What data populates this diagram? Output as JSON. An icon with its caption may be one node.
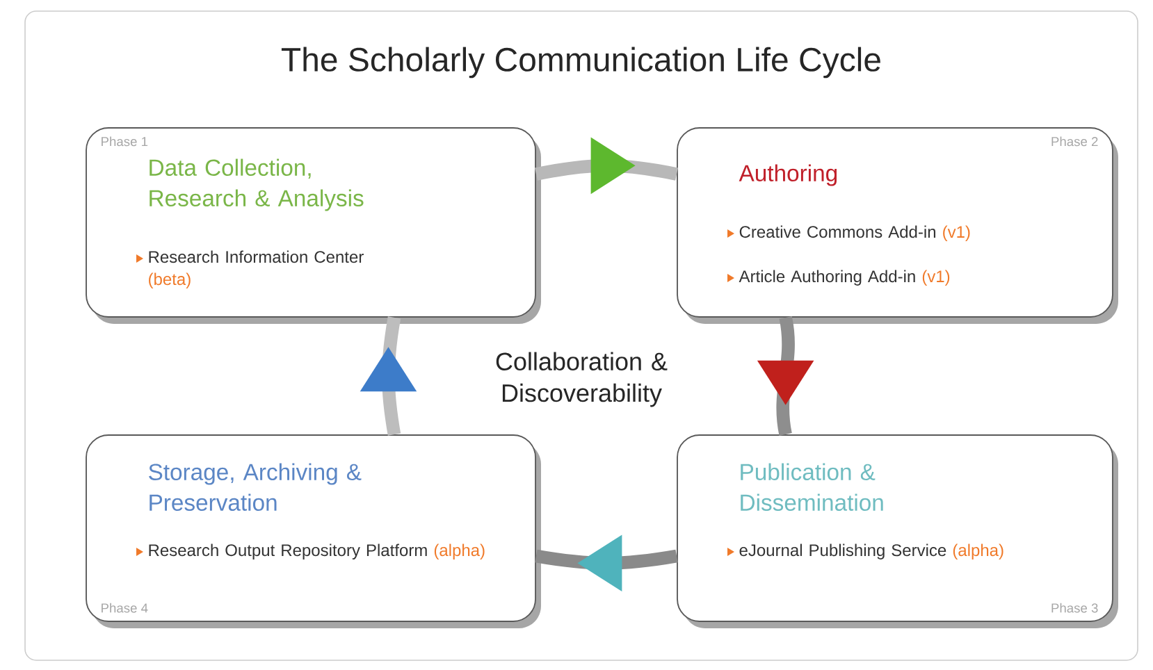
{
  "diagram": {
    "title": "The Scholarly Communication Life Cycle",
    "nodes": [
      {
        "text": [
          "Phase 1",
          "Data Collection, Research & Analysis",
          "Research Information Center",
          "(beta)"
        ]
      },
      {
        "text": [
          "Phase 2",
          "Authoring",
          "Creative Commons Add-in",
          "(v1)",
          "Article Authoring Add-in",
          "(v1)"
        ]
      },
      {
        "text": [
          "Publication & Dissemination",
          "eJournal Publishing Service",
          "(alpha)",
          "Phase 3"
        ]
      },
      {
        "text": [
          "Storage, Archiving & Preservation",
          "Research Output Repository Platform",
          "(alpha)",
          "Phase 4"
        ]
      }
    ],
    "edges": [
      {
        "from": 0,
        "to": 1,
        "arrow": "to"
      },
      {
        "from": 1,
        "to": 2,
        "arrow": "to"
      },
      {
        "from": 2,
        "to": 3,
        "arrow": "to"
      },
      {
        "from": 3,
        "to": 0,
        "arrow": "to"
      }
    ],
    "labels": [
      "Collaboration & Discoverability"
    ]
  }
}
